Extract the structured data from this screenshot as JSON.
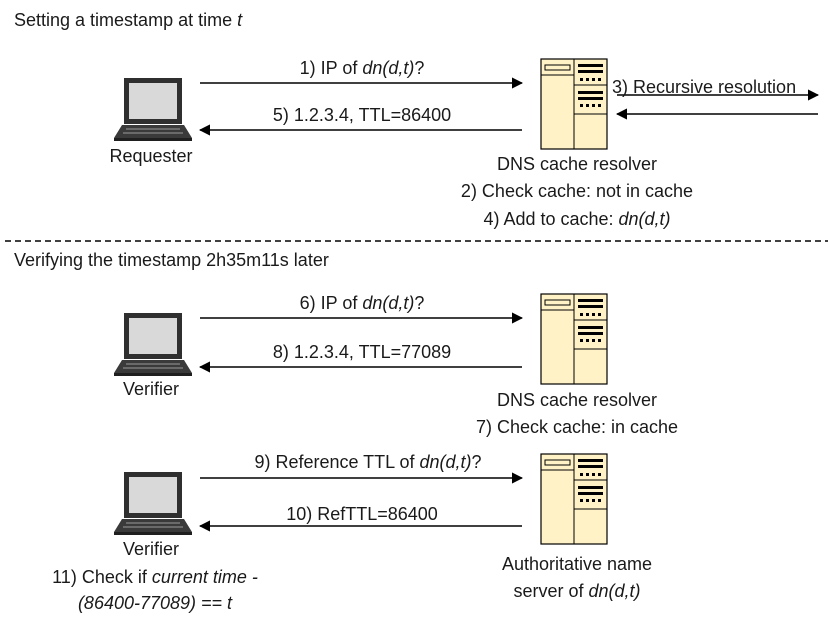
{
  "section1": {
    "title_prefix": "Setting a timestamp at time ",
    "title_var": "t",
    "requester_label": "Requester",
    "resolver_label": "DNS cache resolver",
    "msg1_prefix": "1) IP of ",
    "msg1_var": "dn(d,t)",
    "msg1_suffix": "?",
    "msg3": "3) Recursive resolution",
    "msg5": "5) 1.2.3.4, TTL=86400",
    "note2": "2) Check cache: not in cache",
    "note4_prefix": "4) Add to cache: ",
    "note4_var": "dn(d,t)"
  },
  "section2": {
    "title": "Verifying the timestamp 2h35m11s later",
    "verifier_label": "Verifier",
    "resolver_label": "DNS cache resolver",
    "msg6_prefix": "6) IP of ",
    "msg6_var": "dn(d,t)",
    "msg6_suffix": "?",
    "msg8": "8) 1.2.3.4, TTL=77089",
    "note7": "7) Check cache: in cache"
  },
  "section3": {
    "verifier_label": "Verifier",
    "msg9_prefix": "9) Reference TTL of ",
    "msg9_var": "dn(d,t)",
    "msg9_suffix": "?",
    "msg10": "10) RefTTL=86400",
    "auth_label_line1": "Authoritative name",
    "auth_label_line2_prefix": "server of ",
    "auth_label_line2_var": "dn(d,t)",
    "note11_prefix": "11) Check if ",
    "note11_var": "current time -",
    "note11_line2": "(86400-77089) == t"
  },
  "colors": {
    "server_fill": "#fff2c6",
    "laptop_screen": "#d9d9d9",
    "laptop_body": "#3a3a3a"
  }
}
